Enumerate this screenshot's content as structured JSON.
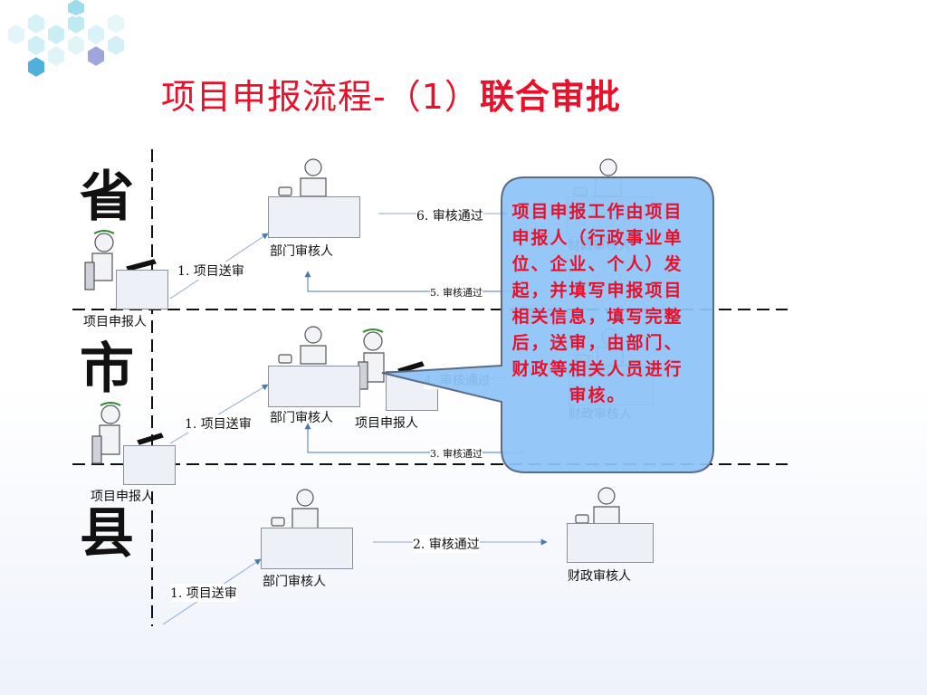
{
  "title": {
    "main": "项目申报流程-（1）",
    "bold": "联合审批"
  },
  "levels": {
    "province": "省",
    "city": "市",
    "county": "县"
  },
  "roles": {
    "applicant": "项目申报人",
    "dept_reviewer": "部门审核人",
    "finance_reviewer": "财政审核人"
  },
  "steps": {
    "send": "1. 项目送审",
    "county_pass": "2. 审核通过",
    "step3": "3. 审核通过",
    "step4": "4. 审核通过",
    "step5": "5. 审核通过",
    "step6": "6. 审核通过"
  },
  "callout": "项目申报工作由项目申报人（行政事业单位、企业、个人）发起，并填写申报项目相关信息，填写完整后，送审，由部门、财政等相关人员进行审核。",
  "colors": {
    "title": "#e8102a",
    "callout_fill": "#8dc3f7",
    "arrow": "#4a78b5"
  }
}
